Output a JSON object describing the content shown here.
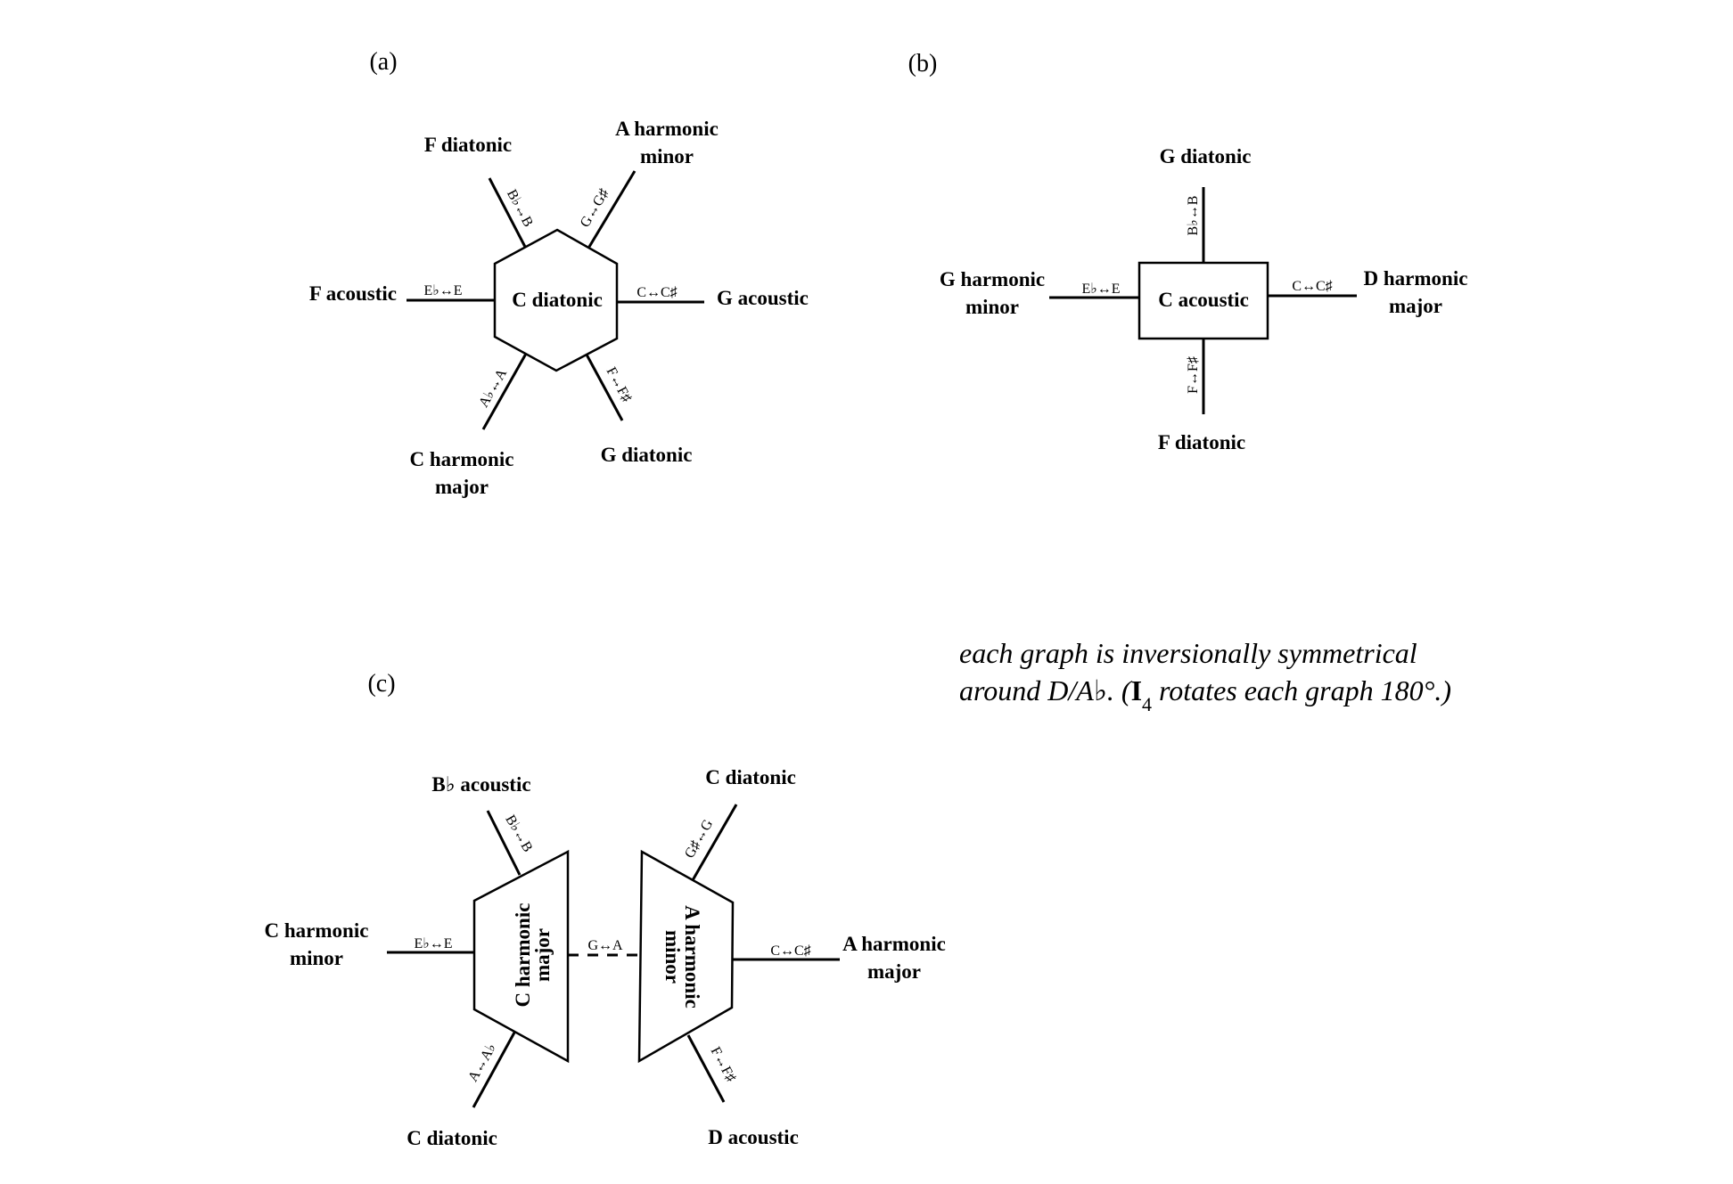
{
  "panels": {
    "a": {
      "label": "(a)",
      "center": "C diatonic",
      "nodes": [
        "F diatonic",
        "A harmonic",
        "minor",
        "F acoustic",
        "G acoustic",
        "C harmonic",
        "major",
        "G diatonic"
      ],
      "edges": [
        "B♭↔B",
        "G↔G♯",
        "E♭↔E",
        "C↔C♯",
        "A♭↔A",
        "F↔F♯"
      ]
    },
    "b": {
      "label": "(b)",
      "center": "C acoustic",
      "nodes": [
        "G diatonic",
        "G harmonic",
        "minor",
        "D harmonic",
        "major",
        "F diatonic"
      ],
      "edges": [
        "B♭↔B",
        "E♭↔E",
        "C↔C♯",
        "F↔F♯"
      ]
    },
    "c": {
      "label": "(c)",
      "left_center": [
        "C harmonic",
        "major"
      ],
      "right_center": [
        "A harmonic",
        "minor"
      ],
      "nodes": [
        "B♭ acoustic",
        "C diatonic",
        "C harmonic",
        "minor",
        "A harmonic",
        "major",
        "C diatonic",
        "D acoustic"
      ],
      "edges": [
        "B♭↔B",
        "G♯↔G",
        "E♭↔E",
        "G↔A",
        "C↔C♯",
        "A↔A♭",
        "F↔F♯"
      ]
    }
  },
  "note": {
    "line1": "each graph is inversionally symmetrical",
    "line2_a": "around D/A♭.  (",
    "line2_I": "I",
    "line2_sub": "4",
    "line2_b": " rotates each graph 180°.)"
  }
}
